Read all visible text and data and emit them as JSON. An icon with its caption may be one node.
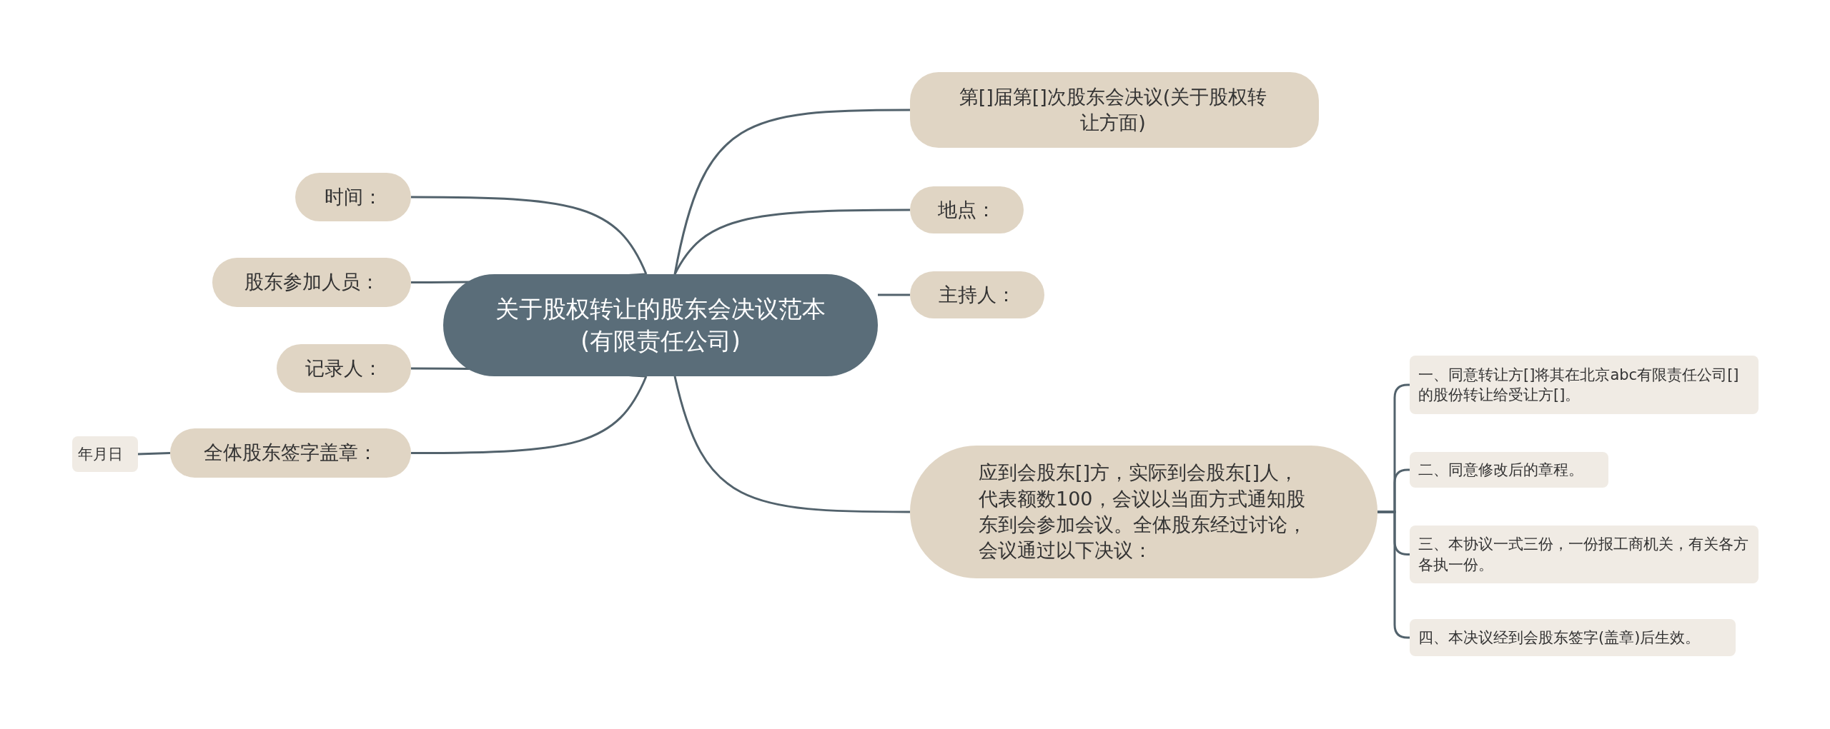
{
  "diagram": {
    "nodes": [
      {
        "text": [
          "关于股权转让的股东会决议范本(有限责任公司)"
        ]
      },
      {
        "text": [
          "第[]届第[]次股东会决议(关于股权转让方面)"
        ]
      },
      {
        "text": [
          "地点："
        ]
      },
      {
        "text": [
          "主持人："
        ]
      },
      {
        "text": [
          "应到会股东[]方，实际到会股东[]人，代表额数100，会议以当面方式通知股东到会参加会议。全体股东经过讨论，会议通过以下决议："
        ]
      },
      {
        "text": [
          "一、同意转让方[]将其在北京abc有限责任公司[]的股份转让给受让方[]。"
        ]
      },
      {
        "text": [
          "二、同意修改后的章程。"
        ]
      },
      {
        "text": [
          "三、本协议一式三份，一份报工商机关，有关各方各执一份。"
        ]
      },
      {
        "text": [
          "四、本决议经到会股东签字(盖章)后生效。"
        ]
      },
      {
        "text": [
          "时间："
        ]
      },
      {
        "text": [
          "股东参加人员："
        ]
      },
      {
        "text": [
          "记录人："
        ]
      },
      {
        "text": [
          "全体股东签字盖章："
        ]
      },
      {
        "text": [
          "年月日"
        ]
      }
    ],
    "edges": [
      {
        "from": 0,
        "to": 1,
        "arrow": "none"
      },
      {
        "from": 0,
        "to": 2,
        "arrow": "none"
      },
      {
        "from": 0,
        "to": 3,
        "arrow": "none"
      },
      {
        "from": 0,
        "to": 4,
        "arrow": "none"
      },
      {
        "from": 4,
        "to": 5,
        "arrow": "none"
      },
      {
        "from": 4,
        "to": 6,
        "arrow": "none"
      },
      {
        "from": 4,
        "to": 7,
        "arrow": "none"
      },
      {
        "from": 4,
        "to": 8,
        "arrow": "none"
      },
      {
        "from": 0,
        "to": 9,
        "arrow": "none"
      },
      {
        "from": 0,
        "to": 10,
        "arrow": "none"
      },
      {
        "from": 0,
        "to": 11,
        "arrow": "none"
      },
      {
        "from": 0,
        "to": 12,
        "arrow": "none"
      },
      {
        "from": 12,
        "to": 13,
        "arrow": "none"
      }
    ]
  }
}
